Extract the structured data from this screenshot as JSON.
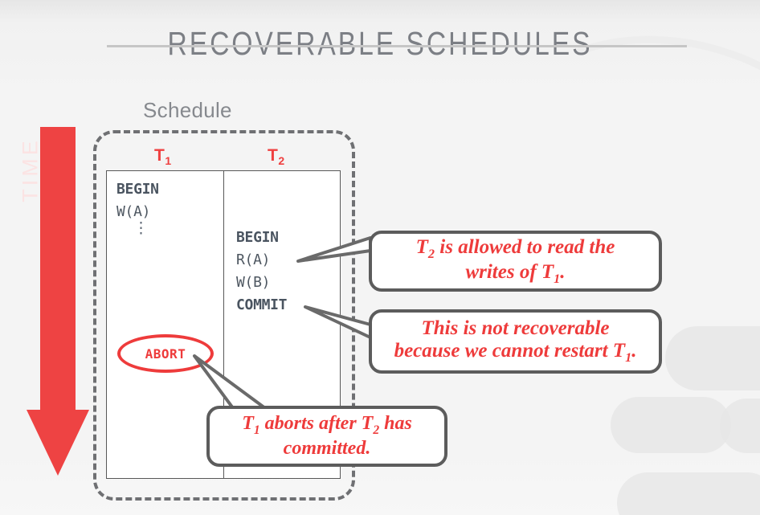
{
  "slide": {
    "title": "RECOVERABLE SCHEDULES",
    "time_axis_label": "TIME",
    "schedule_caption": "Schedule"
  },
  "colors": {
    "accent_red": "#ee3b3b",
    "title_gray": "#7c7f85",
    "code_gray": "#4e5761",
    "border_gray": "#5c5c5c",
    "dashed_gray": "#6f7073",
    "background": "#f4f4f4"
  },
  "schedule": {
    "columns": [
      {
        "header": "T",
        "header_sub": "1",
        "operations": [
          "BEGIN",
          "W(A)",
          "⋮"
        ],
        "abort_label": "ABORT"
      },
      {
        "header": "T",
        "header_sub": "2",
        "operations": [
          "BEGIN",
          "R(A)",
          "W(B)",
          "COMMIT"
        ]
      }
    ]
  },
  "callouts": [
    {
      "id": "read",
      "line1_pre": "T",
      "line1_sub": "2",
      "line1_post": " is allowed to read the",
      "line2_pre": "writes of T",
      "line2_sub": "1",
      "line2_post": "."
    },
    {
      "id": "not-recoverable",
      "line1": "This is not recoverable",
      "line2_pre": "because we cannot restart T",
      "line2_sub": "1",
      "line2_post": "."
    },
    {
      "id": "aborts",
      "line1_pre": "T",
      "line1_sub1": "1",
      "line1_mid": " aborts after T",
      "line1_sub2": "2",
      "line1_post": " has",
      "line2": "committed."
    }
  ]
}
